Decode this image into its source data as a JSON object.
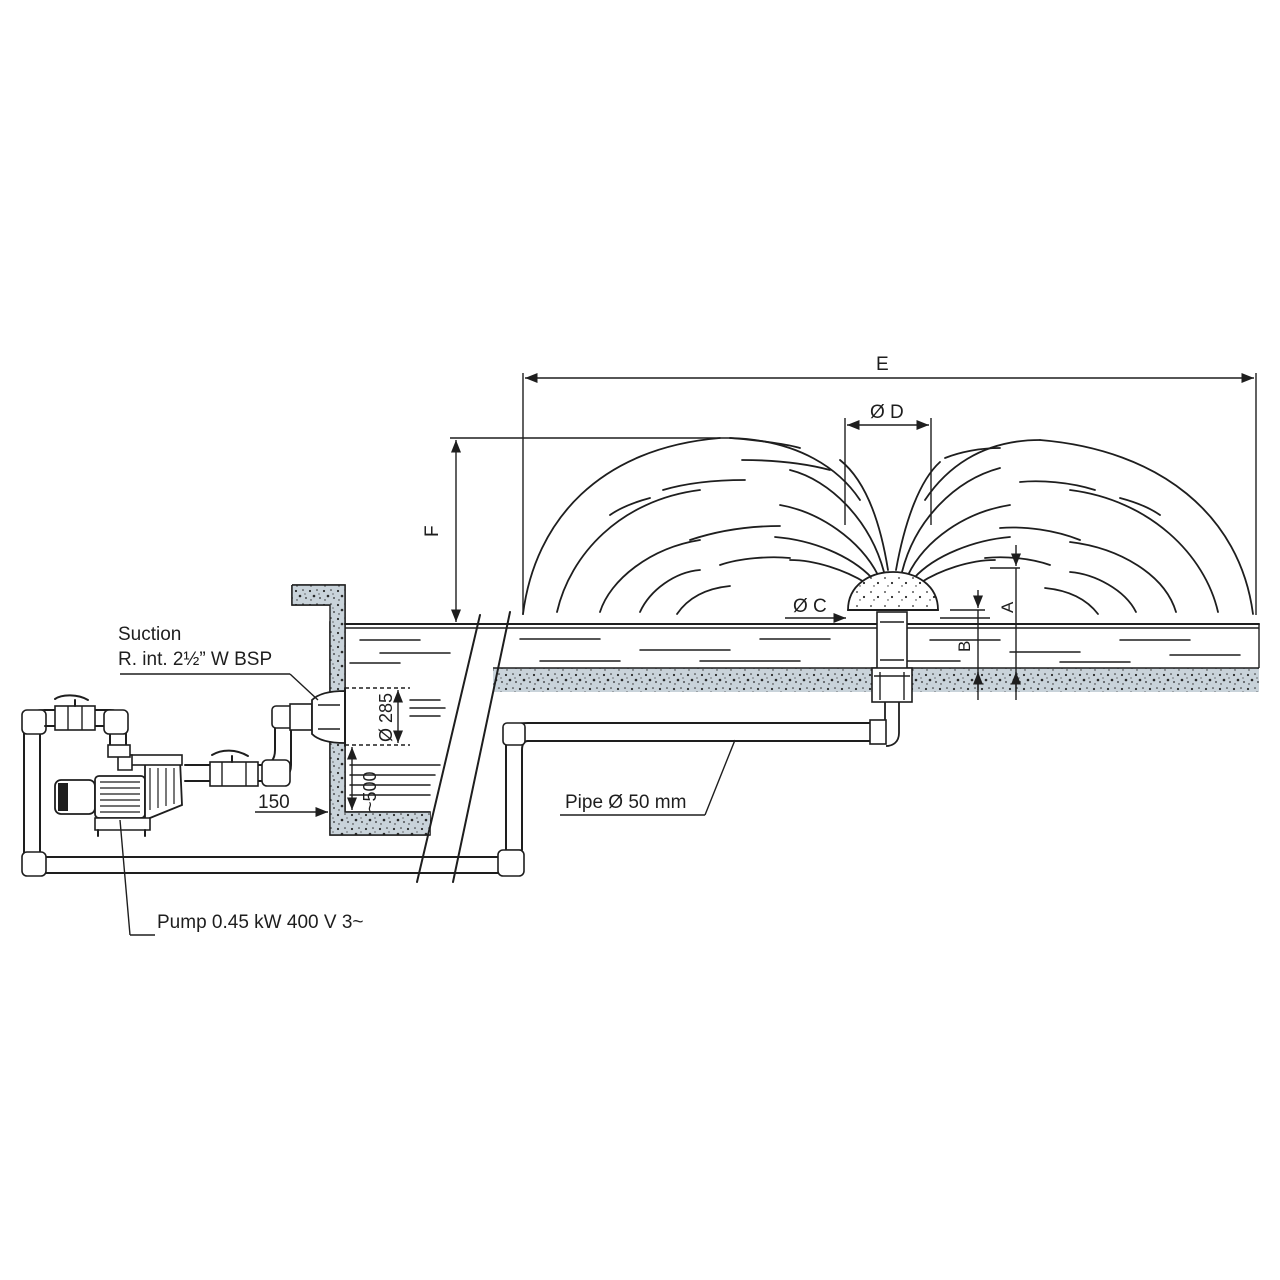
{
  "labels": {
    "suction_line1": "Suction",
    "suction_line2": "R. int. 2½” W BSP",
    "pump": "Pump  0.45 kW 400 V 3~",
    "pipe": "Pipe Ø 50 mm",
    "dim_285": "Ø 285",
    "dim_500": "~500",
    "dim_150": "150",
    "dim_A": "A",
    "dim_B": "B",
    "dim_C": "Ø C",
    "dim_D": "Ø D",
    "dim_E": "E",
    "dim_F": "F"
  },
  "colors": {
    "line": "#1e1e1e",
    "concrete": "#c9d3da",
    "background": "#ffffff"
  },
  "icons": [
    "pump-icon",
    "ball-valve-icon",
    "fountain-nozzle-icon",
    "suction-fitting-icon"
  ]
}
